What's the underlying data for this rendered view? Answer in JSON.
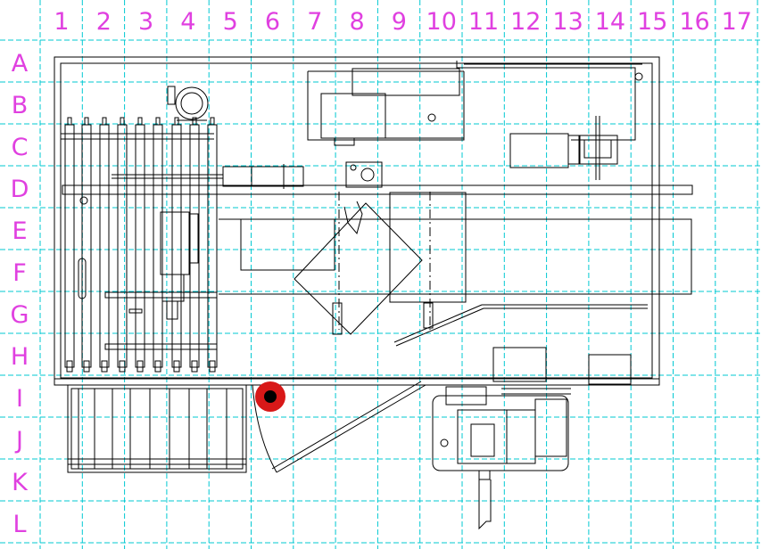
{
  "grid": {
    "columns": [
      "1",
      "2",
      "3",
      "4",
      "5",
      "6",
      "7",
      "8",
      "9",
      "10",
      "11",
      "12",
      "13",
      "14",
      "15",
      "16",
      "17"
    ],
    "rows": [
      "A",
      "B",
      "C",
      "D",
      "E",
      "F",
      "G",
      "H",
      "I",
      "J",
      "K",
      "L"
    ]
  },
  "colors": {
    "grid": "#00c8d2",
    "labels": "#e040e0",
    "linework": "#000000",
    "marker_outer": "#d81818",
    "marker_inner": "#000000"
  },
  "marker": {
    "icon": "red-location-marker-icon",
    "grid_cell": "I6"
  }
}
